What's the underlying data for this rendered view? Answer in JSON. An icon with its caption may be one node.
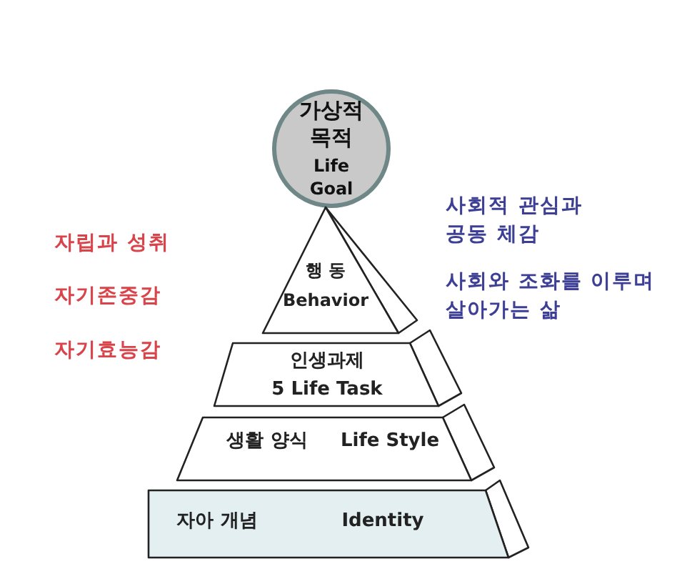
{
  "diagram": {
    "nodes": [
      {
        "text": [
          "가상적 목적",
          "Life Goal"
        ]
      },
      {
        "text": [
          "행 동",
          "Behavior"
        ]
      },
      {
        "text": [
          "인생과제",
          "5 Life Task"
        ]
      },
      {
        "text": [
          "생활 양식",
          "Life Style"
        ]
      },
      {
        "text": [
          "자아 개념",
          "Identity"
        ]
      }
    ],
    "labels": [
      "자립과 성취",
      "자기존중감",
      "자기효능감",
      "사회적 관심과 공동 체감",
      "사회와 조화를 이루며 살아가는 삶"
    ]
  }
}
